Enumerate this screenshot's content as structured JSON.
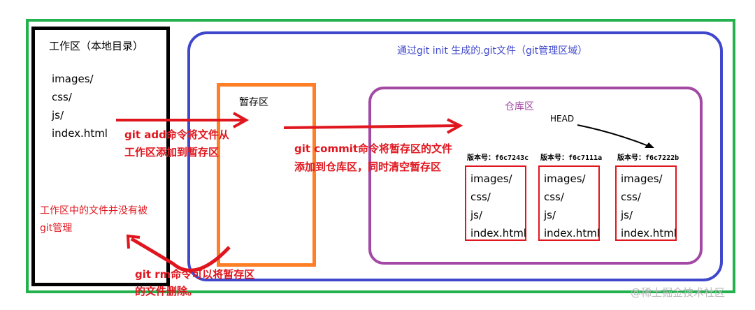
{
  "workspace": {
    "title": "工作区（本地目录）",
    "files": [
      "images/",
      "css/",
      "js/",
      "index.html"
    ],
    "note_line1": "工作区中的文件并没有被",
    "note_line2": "git管理"
  },
  "git_dir": {
    "title": "通过git init 生成的.git文件（git管理区域）"
  },
  "stage": {
    "title": "暂存区"
  },
  "repository": {
    "title": "仓库区",
    "head_label": "HEAD",
    "versions": [
      {
        "label": "版本号：f6c7243c",
        "files": [
          "images/",
          "css/",
          "js/",
          "index.html"
        ]
      },
      {
        "label": "版本号：f6c7111a",
        "files": [
          "images/",
          "css/",
          "js/",
          "index.html"
        ]
      },
      {
        "label": "版本号：f6c7222b",
        "files": [
          "images/",
          "css/",
          "js/",
          "index.html"
        ]
      }
    ]
  },
  "annotations": {
    "add_line1": "git add命令将文件从",
    "add_line2": "工作区添加到暂存区",
    "commit_line1": "git commit命令将暂存区的文件",
    "commit_line2": "添加到仓库区，同时清空暂存区",
    "rm_line1": "git rm命令可以将暂存区",
    "rm_line2": "的文件删除。"
  },
  "watermark": "@稀土掘金技术社区",
  "colors": {
    "outer": "#22b14c",
    "git": "#3f48cc",
    "stage": "#ff7f27",
    "repo": "#a349a4",
    "arrow": "#e0161e"
  }
}
